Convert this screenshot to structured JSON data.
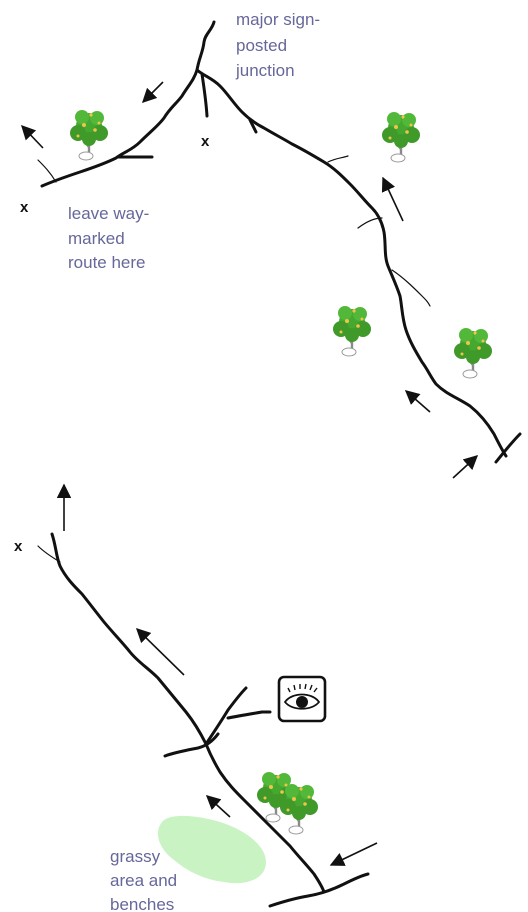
{
  "labels": {
    "junction": [
      "major sign-",
      "posted",
      "junction"
    ],
    "leave_route": [
      "leave way-",
      "marked",
      "route here"
    ],
    "grassy": [
      "grassy",
      "area and",
      "benches"
    ]
  },
  "markers": {
    "x_mark": "x"
  },
  "colors": {
    "label_text": "#66679a",
    "grass_fill": "#c9f3c3",
    "tree_foliage": "#45a82f",
    "tree_highlight": "#f0c34a",
    "path_stroke": "#111111"
  },
  "icons": {
    "viewpoint": "eye-icon",
    "tree": "tree-icon",
    "arrow": "arrow-icon"
  }
}
